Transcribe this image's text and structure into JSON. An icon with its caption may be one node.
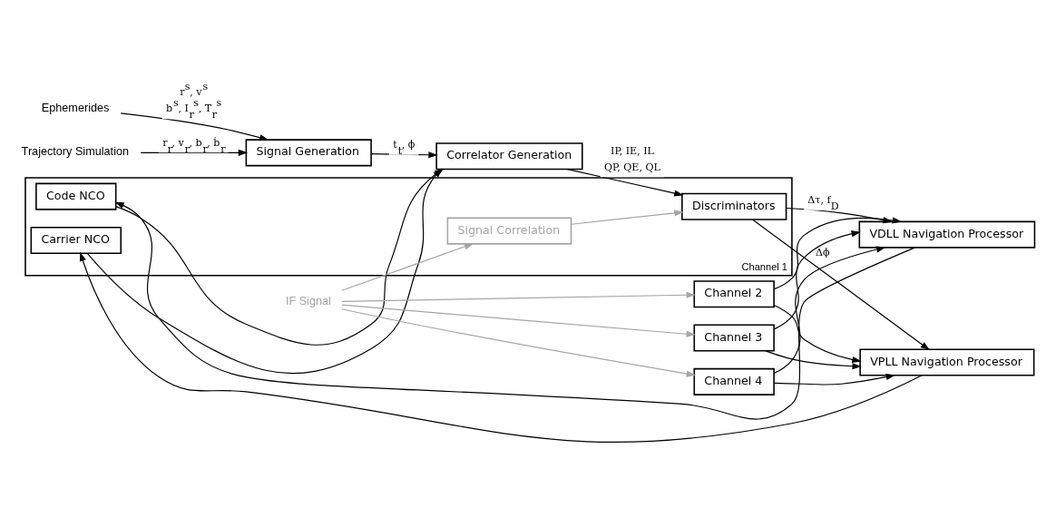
{
  "diagram": {
    "nodes": [
      {
        "text": [
          "Ephemerides"
        ]
      },
      {
        "text": [
          "Trajectory Simulation"
        ]
      },
      {
        "text": [
          "Signal Generation"
        ]
      },
      {
        "text": [
          "Correlator Generation"
        ]
      },
      {
        "text": [
          "Channel 1"
        ]
      },
      {
        "text": [
          "IF Signal"
        ]
      },
      {
        "text": [
          "Signal Correlation"
        ],
        "in": 4
      },
      {
        "text": [
          "Discriminators"
        ],
        "in": 4
      },
      {
        "text": [
          "Code NCO"
        ],
        "in": 4
      },
      {
        "text": [
          "Carrier NCO"
        ],
        "in": 4
      },
      {
        "text": [
          "Channel 2"
        ]
      },
      {
        "text": [
          "Channel 3"
        ]
      },
      {
        "text": [
          "Channel 4"
        ]
      },
      {
        "text": [
          "VDLL Navigation Processor"
        ]
      },
      {
        "text": [
          "VPLL Navigation Processor"
        ]
      }
    ],
    "edges": [
      {
        "from": 0,
        "to": 2,
        "arrow": "to",
        "label": "r$^{s}$, v$^{s}$ b$^{s}$, I$_{r}$$^{s}$, T$_{r}$$^{s}$"
      },
      {
        "from": 1,
        "to": 2,
        "arrow": "to",
        "label": "r$_{r}$, v$_{r}$, b$_{r}$, ḃ$_{r}$"
      },
      {
        "from": 2,
        "to": 3,
        "arrow": "to",
        "label": "t$_{t}$, ϕ"
      },
      {
        "from": 3,
        "to": 7,
        "arrow": "to",
        "label": "IP, IE, IL QP, QE, QL"
      },
      {
        "from": 5,
        "to": 6,
        "arrow": "to",
        "color": "#a6a6a6"
      },
      {
        "from": 5,
        "to": 10,
        "arrow": "to",
        "color": "#a6a6a6"
      },
      {
        "from": 5,
        "to": 11,
        "arrow": "to",
        "color": "#a6a6a6"
      },
      {
        "from": 5,
        "to": 12,
        "arrow": "to",
        "color": "#a6a6a6"
      },
      {
        "from": 6,
        "to": 7,
        "arrow": "to",
        "color": "#a6a6a6"
      },
      {
        "from": 7,
        "to": 13,
        "arrow": "to",
        "label": "Δτ, f$_{D}$"
      },
      {
        "from": 7,
        "to": 14,
        "arrow": "to",
        "label": "Δϕ"
      },
      {
        "from": 10,
        "to": 13,
        "arrow": "to"
      },
      {
        "from": 11,
        "to": 13,
        "arrow": "to"
      },
      {
        "from": 12,
        "to": 13,
        "arrow": "to"
      },
      {
        "from": 10,
        "to": 14,
        "arrow": "to"
      },
      {
        "from": 11,
        "to": 14,
        "arrow": "to"
      },
      {
        "from": 12,
        "to": 14,
        "arrow": "to"
      },
      {
        "from": 13,
        "to": 8,
        "arrow": "to"
      },
      {
        "from": 14,
        "to": 9,
        "arrow": "to"
      },
      {
        "from": 8,
        "to": 3,
        "arrow": "to"
      },
      {
        "from": 9,
        "to": 3,
        "arrow": "to"
      }
    ]
  }
}
